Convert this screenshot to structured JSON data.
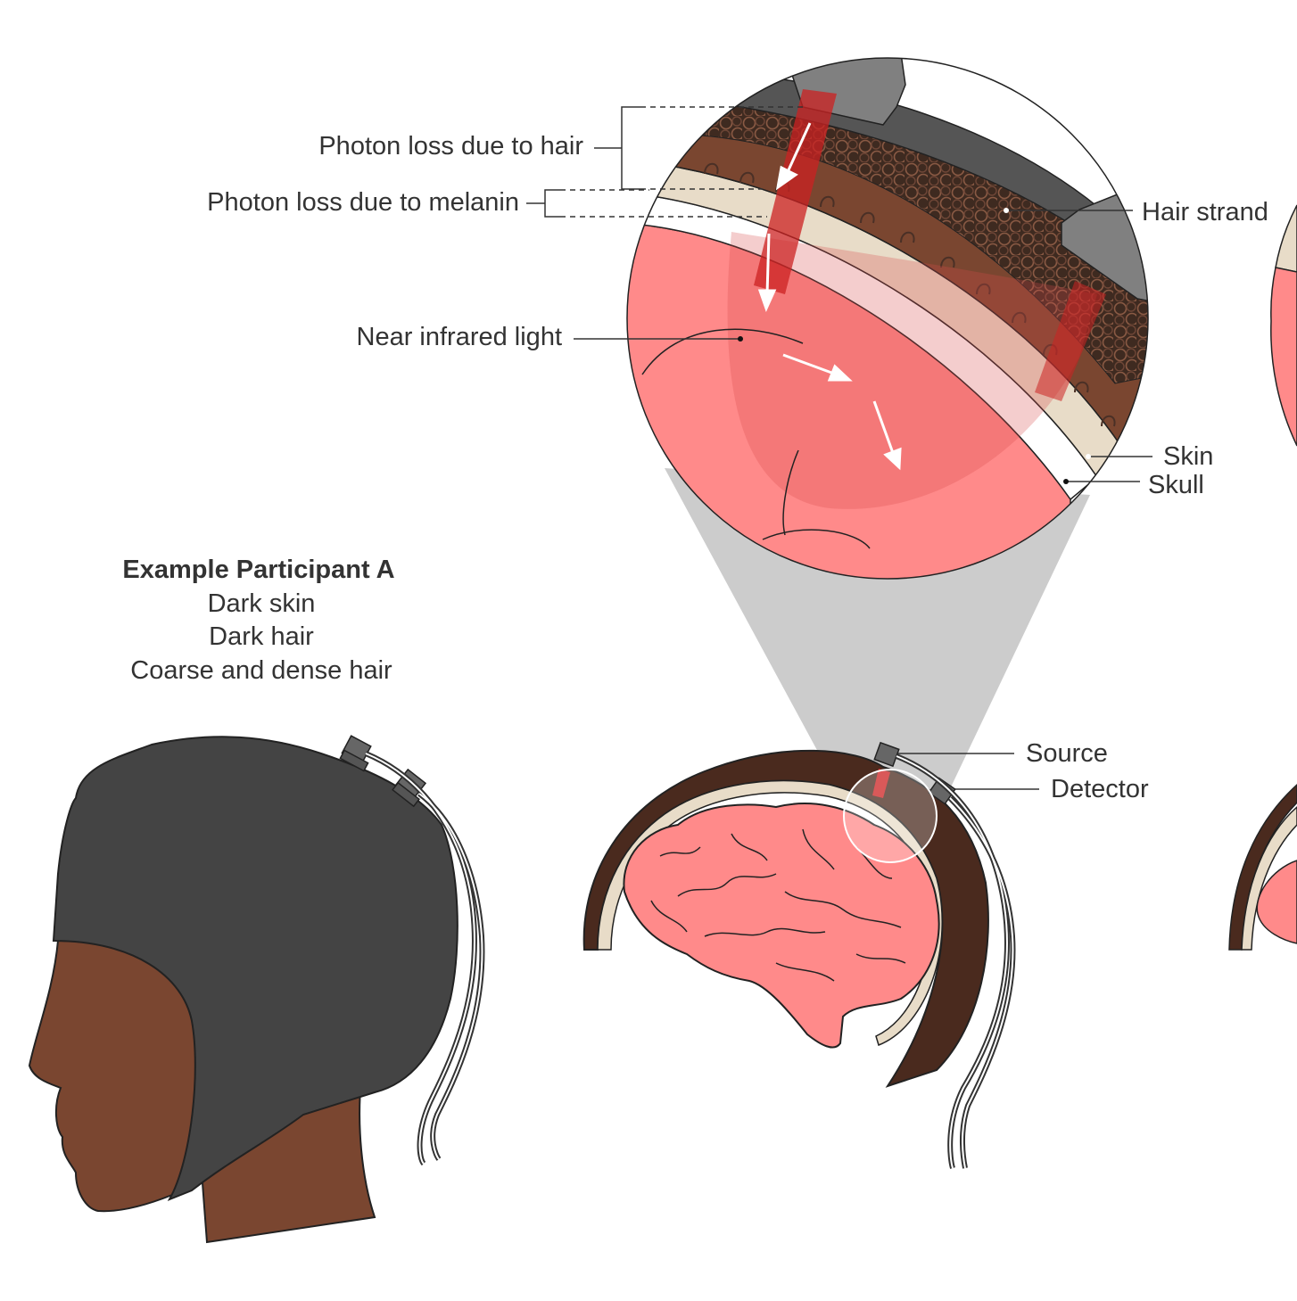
{
  "participant": {
    "title": "Example Participant A",
    "traits": [
      "Dark skin",
      "Dark hair",
      "Coarse and dense hair"
    ]
  },
  "labels": {
    "photon_loss_hair": "Photon loss due to hair",
    "photon_loss_melanin": "Photon loss due to melanin",
    "near_infrared": "Near infrared light",
    "hair_strand": "Hair strand",
    "skin": "Skin",
    "skull": "Skull",
    "source": "Source",
    "detector": "Detector"
  },
  "colors": {
    "skin_dark": "#7a4630",
    "hair_dark": "#3a2a22",
    "cap": "#444444",
    "skull": "#e8dcc8",
    "brain": "#ff8a8a",
    "light": "#cc2222",
    "zoom_cone": "#cccccc"
  }
}
